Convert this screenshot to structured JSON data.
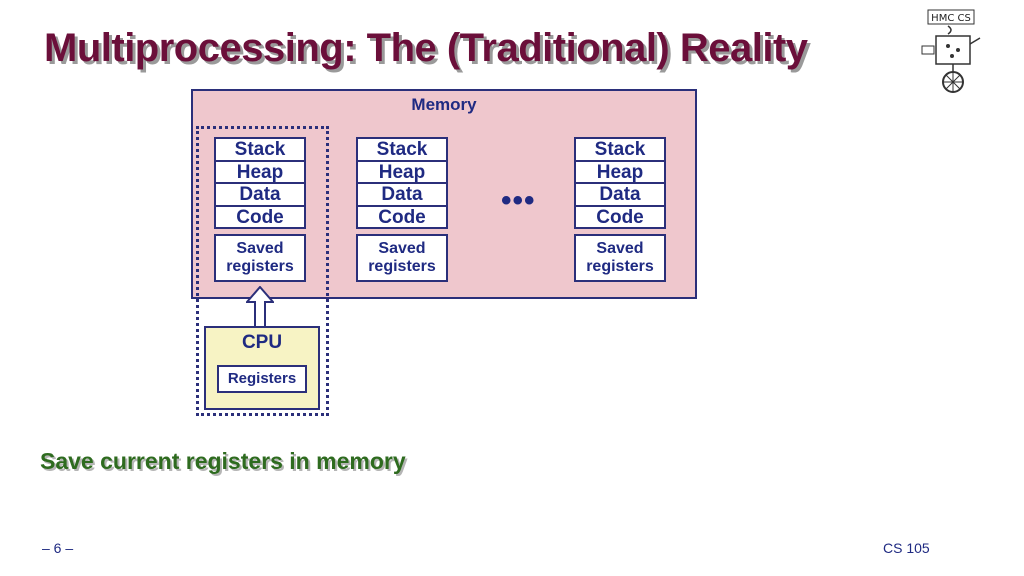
{
  "slide": {
    "title": "Multiprocessing: The (Traditional) Reality",
    "caption": "Save current registers in memory",
    "page_number": "– 6 –",
    "course": "CS 105"
  },
  "logo": {
    "text": "HMC CS"
  },
  "memory": {
    "label": "Memory",
    "ellipsis": "•••",
    "processes": [
      {
        "segments": [
          "Stack",
          "Heap",
          "Data",
          "Code"
        ],
        "saved": [
          "Saved",
          "registers"
        ]
      },
      {
        "segments": [
          "Stack",
          "Heap",
          "Data",
          "Code"
        ],
        "saved": [
          "Saved",
          "registers"
        ]
      },
      {
        "segments": [
          "Stack",
          "Heap",
          "Data",
          "Code"
        ],
        "saved": [
          "Saved",
          "registers"
        ]
      }
    ]
  },
  "cpu": {
    "label": "CPU",
    "registers_label": "Registers"
  },
  "colors": {
    "title": "#6b0f3a",
    "memory_fill": "#efc7cd",
    "cpu_fill": "#f7f3c4",
    "outline": "#2b2f7a",
    "text_blue": "#1f2a82",
    "caption_green": "#2e6b1f"
  }
}
